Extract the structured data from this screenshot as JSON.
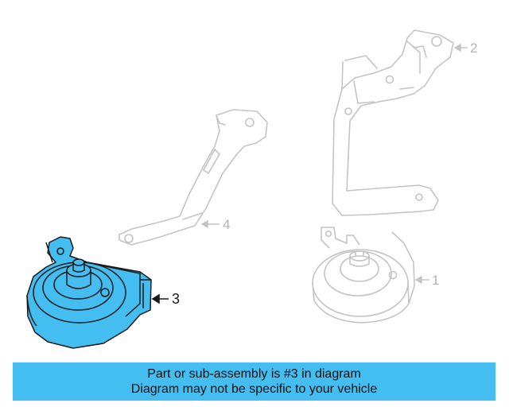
{
  "callouts": {
    "one": "1",
    "two": "2",
    "three": "3",
    "four": "4"
  },
  "banner": {
    "line1": "Part or sub-assembly is #3 in diagram",
    "line2": "Diagram may not be specific to your vehicle"
  },
  "colors": {
    "highlight": "#44bdf0",
    "faded_line": "#c4c4c4",
    "dark_line": "#1a1a1a"
  }
}
